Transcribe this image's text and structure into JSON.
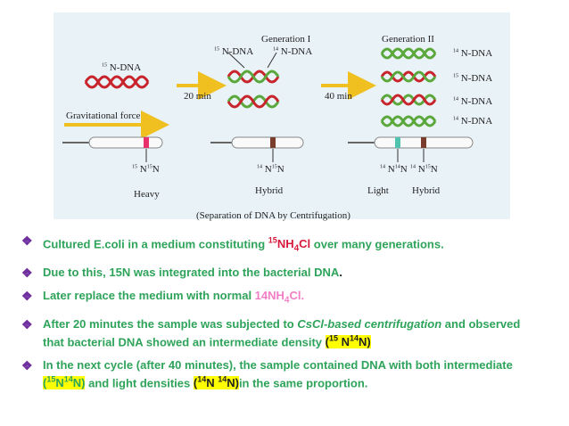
{
  "figure": {
    "generation1": "Generation I",
    "generation2": "Generation II",
    "n15_dna_left": "N-DNA",
    "g1_label_a": "N-DNA",
    "g1_label_b": "N-DNA",
    "g2_labels": [
      "N-DNA",
      "N-DNA",
      "N-DNA",
      "N-DNA"
    ],
    "time1": "20 min",
    "time2": "40 min",
    "gravity": "Gravitational force",
    "tube1_label": "N",
    "tube2_label": "N",
    "tube3a_label": "N",
    "tube3b_label": "N",
    "heavy": "Heavy",
    "hybrid1": "Hybrid",
    "light": "Light",
    "hybrid2": "Hybrid",
    "caption": "(Separation of DNA by Centrifugation)",
    "colors": {
      "heavy_band": "#e8306a",
      "hybrid_band": "#7a3d2d",
      "light_band": "#4fc3b0",
      "strand_red": "#c8242c",
      "strand_green": "#5aa83c",
      "arrow": "#f0c020"
    }
  },
  "bullets": [
    {
      "a": "Cultured E.coli in a medium constituting ",
      "b": "15",
      "c": "NH",
      "d": "4",
      "e": "Cl",
      "f": " over many generations."
    },
    {
      "a": "Due to this, 15N was integrated into the bacterial DNA",
      "b": "."
    },
    {
      "a": "Later replace the medium with normal ",
      "b": "14NH",
      "c": "4",
      "d": "Cl."
    },
    {
      "a": "After 20 minutes the sample was subjected to ",
      "b": "CsCl-based centrifugation",
      "c": " and observed",
      "d": "that bacterial DNA showed an intermediate density ",
      "e": "(",
      "f": "15",
      "g": " N",
      "h": "14",
      "i": "N)"
    },
    {
      "a": "In the next cycle (after 40 minutes), the sample contained DNA with both intermediate",
      "b": "(",
      "c": "15",
      "d": "N",
      "e": "14",
      "f": "N)",
      "g": "  and light densities ",
      "h": "(",
      "i": "14",
      "j": "N ",
      "k": "14",
      "l": "N)",
      "m": "in the same proportion."
    }
  ],
  "marker": "❖"
}
